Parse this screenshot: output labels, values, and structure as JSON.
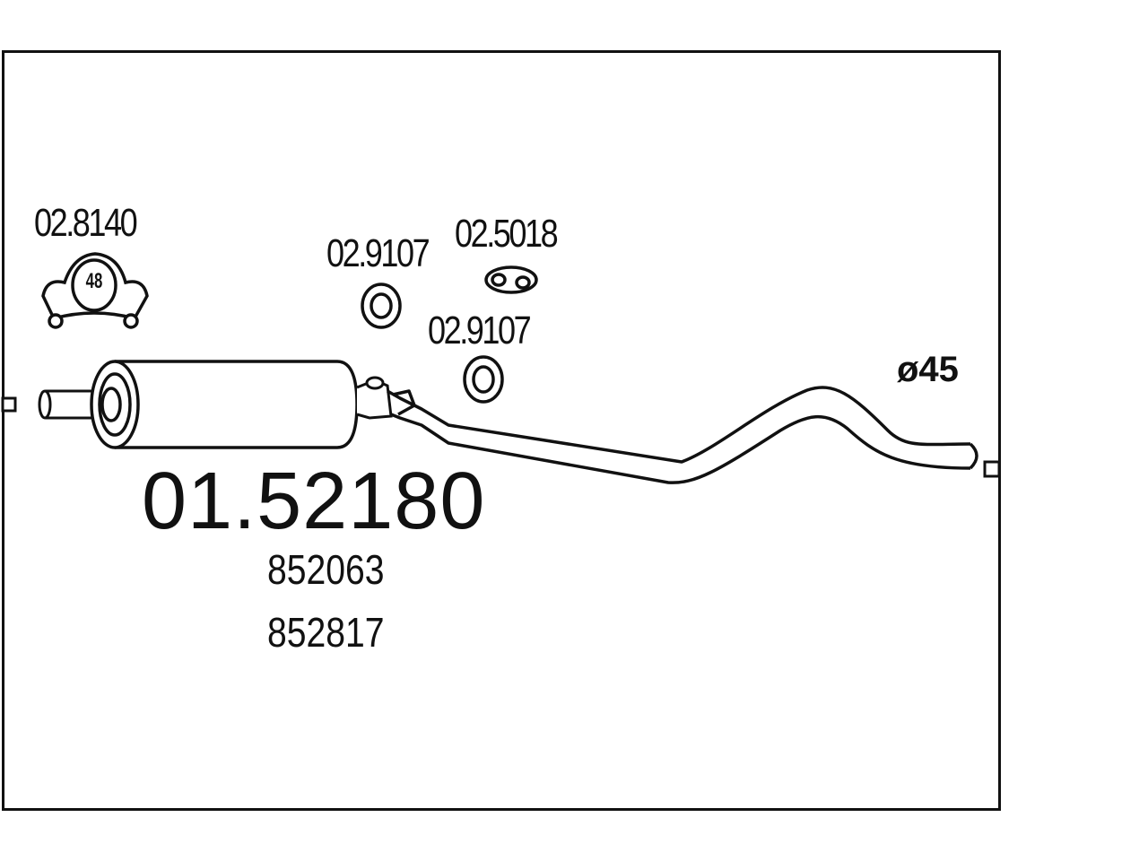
{
  "main_part_number": "01.52180",
  "oem_numbers": [
    "852063",
    "852817"
  ],
  "accessories": [
    {
      "part": "02.8140",
      "icon": "exhaust-clamp-icon",
      "clamp_size": "48"
    },
    {
      "part": "02.9107",
      "icon": "rubber-ring-icon"
    },
    {
      "part": "02.5018",
      "icon": "rubber-mount-icon"
    },
    {
      "part": "02.9107",
      "icon": "rubber-ring-icon"
    }
  ],
  "pipe_diameter": "ø45",
  "colors": {
    "line": "#111111",
    "background": "#ffffff"
  }
}
